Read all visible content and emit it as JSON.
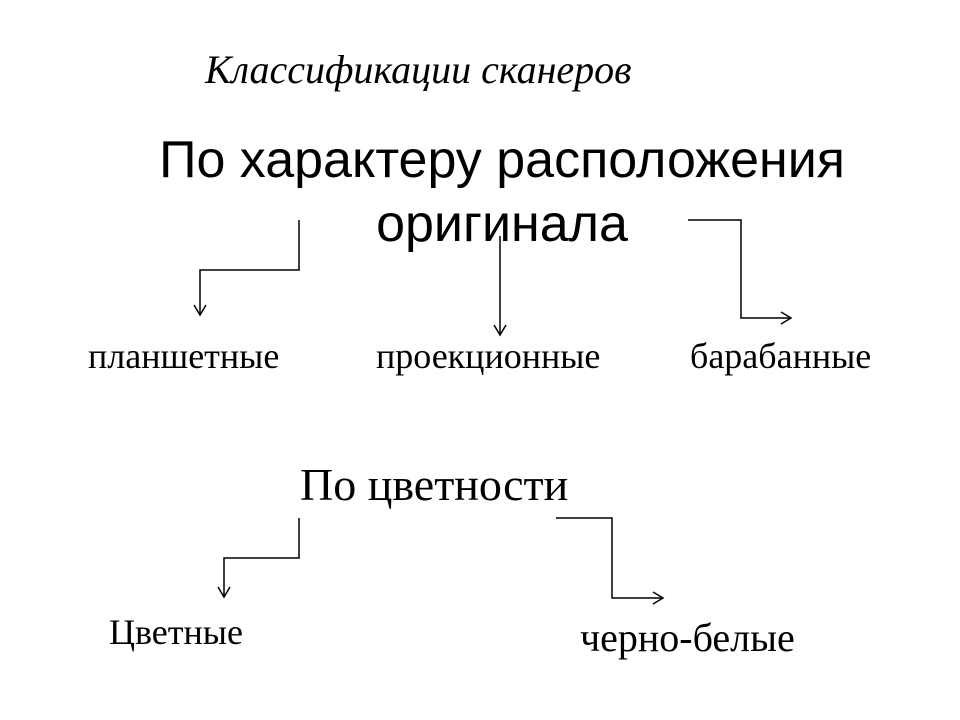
{
  "title": "Классификации сканеров",
  "criterion_1": {
    "line1": "По характеру расположения",
    "line2": "оригинала",
    "categories": [
      "планшетные",
      "проекционные",
      "барабанные"
    ]
  },
  "criterion_2": {
    "label": "По цветности",
    "categories": [
      "Цветные",
      "черно-белые"
    ]
  }
}
